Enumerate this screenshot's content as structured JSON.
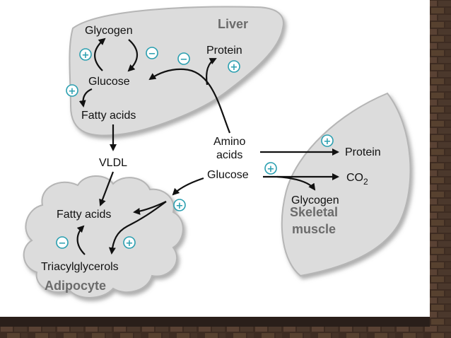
{
  "organs": {
    "liver": "Liver",
    "skeletal_muscle_line1": "Skeletal",
    "skeletal_muscle_line2": "muscle",
    "adipocyte": "Adipocyte"
  },
  "liver": {
    "glycogen": "Glycogen",
    "glucose": "Glucose",
    "fatty_acids": "Fatty acids",
    "protein": "Protein"
  },
  "middle": {
    "vldl": "VLDL",
    "amino_line1": "Amino",
    "amino_line2": "acids",
    "glucose": "Glucose"
  },
  "muscle": {
    "protein": "Protein",
    "co2_base": "CO",
    "co2_sub": "2",
    "glycogen": "Glycogen"
  },
  "adipocyte": {
    "fatty_acids": "Fatty acids",
    "triacylglycerols": "Triacylglycerols"
  },
  "signs": {
    "plus": "+",
    "minus": "−"
  },
  "colors": {
    "organ_fill": "#dcdcdc",
    "organ_stroke": "#b5b5b5",
    "sign_color": "#2a9fb0",
    "brick_border": "#4a3528"
  }
}
